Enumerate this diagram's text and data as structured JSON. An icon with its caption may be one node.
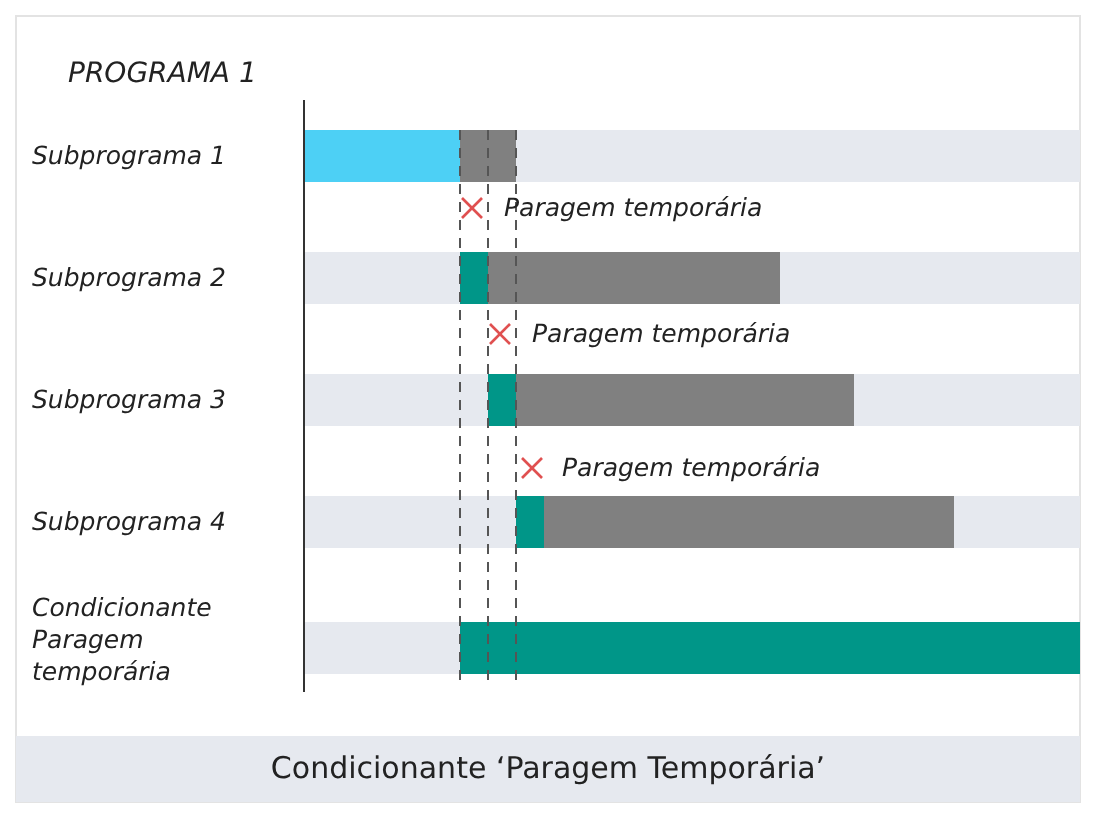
{
  "diagram": {
    "title": "PROGRAMA 1",
    "caption": "Condicionante ‘Paragem Temporária’",
    "labels": [
      "Subprograma 1",
      "Paragem temporária",
      "Subprograma 2",
      "Paragem temporária",
      "Subprograma 3",
      "Paragem temporária",
      "Subprograma 4",
      "Condicionante Paragem temporária"
    ]
  }
}
